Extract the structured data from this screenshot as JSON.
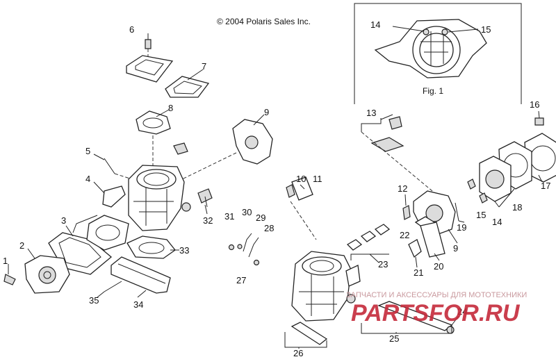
{
  "copyright": "© 2004 Polaris Sales Inc.",
  "fig_caption": "Fig. 1",
  "labels": {
    "p1": "1",
    "p2": "2",
    "p3": "3",
    "p4": "4",
    "p5": "5",
    "p6": "6",
    "p7": "7",
    "p8": "8",
    "p9a": "9",
    "p9b": "9",
    "p10": "10",
    "p11": "11",
    "p12": "12",
    "p13": "13",
    "p14a": "14",
    "p14b": "14",
    "p15a": "15",
    "p15b": "15",
    "p16": "16",
    "p17": "17",
    "p18": "18",
    "p19": "19",
    "p20": "20",
    "p21": "21",
    "p22": "22",
    "p23": "23",
    "p24": "24",
    "p25": "25",
    "p26": "26",
    "p27": "27",
    "p28": "28",
    "p29": "29",
    "p30": "30",
    "p31": "31",
    "p32": "32",
    "p33": "33",
    "p34": "34",
    "p35": "35"
  },
  "watermark": {
    "tagline": "ЗАПЧАСТИ И АКСЕССУАРЫ ДЛЯ МОТОТЕХНИКИ",
    "logo": "PARTSFOR.RU"
  }
}
